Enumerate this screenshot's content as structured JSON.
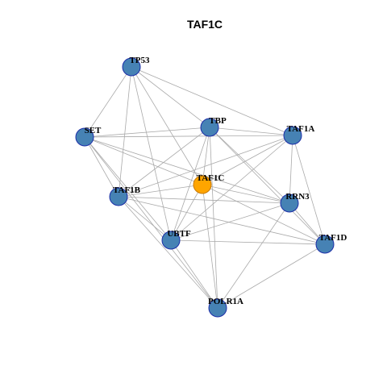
{
  "title": "TAF1C",
  "colors": {
    "node_fill": "#4682b4",
    "node_stroke": "#1c2ea8",
    "focus_fill": "#ffa500",
    "focus_stroke": "#c87800",
    "edge": "#aaaaaa"
  },
  "nodes": [
    {
      "id": "TP53",
      "label": "TP53",
      "focus": false
    },
    {
      "id": "SET",
      "label": "SET",
      "focus": false
    },
    {
      "id": "TBP",
      "label": "TBP",
      "focus": false
    },
    {
      "id": "TAF1A",
      "label": "TAF1A",
      "focus": false
    },
    {
      "id": "TAF1C",
      "label": "TAF1C",
      "focus": true
    },
    {
      "id": "TAF1B",
      "label": "TAF1B",
      "focus": false
    },
    {
      "id": "RRN3",
      "label": "RRN3",
      "focus": false
    },
    {
      "id": "UBTF",
      "label": "UBTF",
      "focus": false
    },
    {
      "id": "TAF1D",
      "label": "TAF1D",
      "focus": false
    },
    {
      "id": "POLR1A",
      "label": "POLR1A",
      "focus": false
    }
  ],
  "edges": [
    [
      "TP53",
      "SET"
    ],
    [
      "TP53",
      "TBP"
    ],
    [
      "TP53",
      "TAF1A"
    ],
    [
      "TP53",
      "TAF1C"
    ],
    [
      "TP53",
      "TAF1B"
    ],
    [
      "TP53",
      "UBTF"
    ],
    [
      "SET",
      "TBP"
    ],
    [
      "SET",
      "TAF1A"
    ],
    [
      "SET",
      "TAF1C"
    ],
    [
      "SET",
      "TAF1B"
    ],
    [
      "SET",
      "RRN3"
    ],
    [
      "SET",
      "UBTF"
    ],
    [
      "SET",
      "POLR1A"
    ],
    [
      "TBP",
      "TAF1A"
    ],
    [
      "TBP",
      "TAF1C"
    ],
    [
      "TBP",
      "TAF1B"
    ],
    [
      "TBP",
      "RRN3"
    ],
    [
      "TBP",
      "UBTF"
    ],
    [
      "TBP",
      "TAF1D"
    ],
    [
      "TBP",
      "POLR1A"
    ],
    [
      "TAF1A",
      "TAF1C"
    ],
    [
      "TAF1A",
      "TAF1B"
    ],
    [
      "TAF1A",
      "RRN3"
    ],
    [
      "TAF1A",
      "UBTF"
    ],
    [
      "TAF1A",
      "TAF1D"
    ],
    [
      "TAF1C",
      "TAF1B"
    ],
    [
      "TAF1C",
      "RRN3"
    ],
    [
      "TAF1C",
      "UBTF"
    ],
    [
      "TAF1C",
      "TAF1D"
    ],
    [
      "TAF1C",
      "POLR1A"
    ],
    [
      "TAF1B",
      "RRN3"
    ],
    [
      "TAF1B",
      "UBTF"
    ],
    [
      "TAF1B",
      "TAF1D"
    ],
    [
      "TAF1B",
      "POLR1A"
    ],
    [
      "RRN3",
      "UBTF"
    ],
    [
      "RRN3",
      "TAF1D"
    ],
    [
      "RRN3",
      "POLR1A"
    ],
    [
      "UBTF",
      "TAF1D"
    ],
    [
      "UBTF",
      "POLR1A"
    ],
    [
      "TAF1D",
      "POLR1A"
    ]
  ]
}
